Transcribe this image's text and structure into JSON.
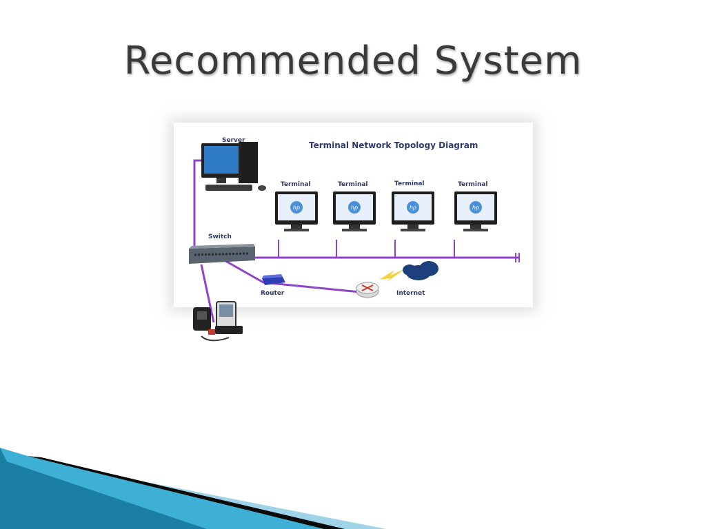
{
  "slide": {
    "title": "Recommended System"
  },
  "diagram": {
    "title": "Terminal Network Topology Diagram",
    "server_label": "Server",
    "switch_label": "Switch",
    "router_label": "Router",
    "internet_label": "Internet",
    "terminal_labels": [
      "Terminal",
      "Terminal",
      "Terminal",
      "Terminal"
    ],
    "terminal_logo": "hp",
    "colors": {
      "connection_line": "#8e44c8",
      "label_text": "#2f3a6b",
      "router": "#2e3fb5",
      "cloud": "#1d3f7c",
      "monitor_screen": "#4a90d9"
    }
  },
  "decor": {
    "band_colors": [
      "#1a7fa3",
      "#3eb0d6",
      "#0a0a0a",
      "#9fd4e8"
    ]
  }
}
